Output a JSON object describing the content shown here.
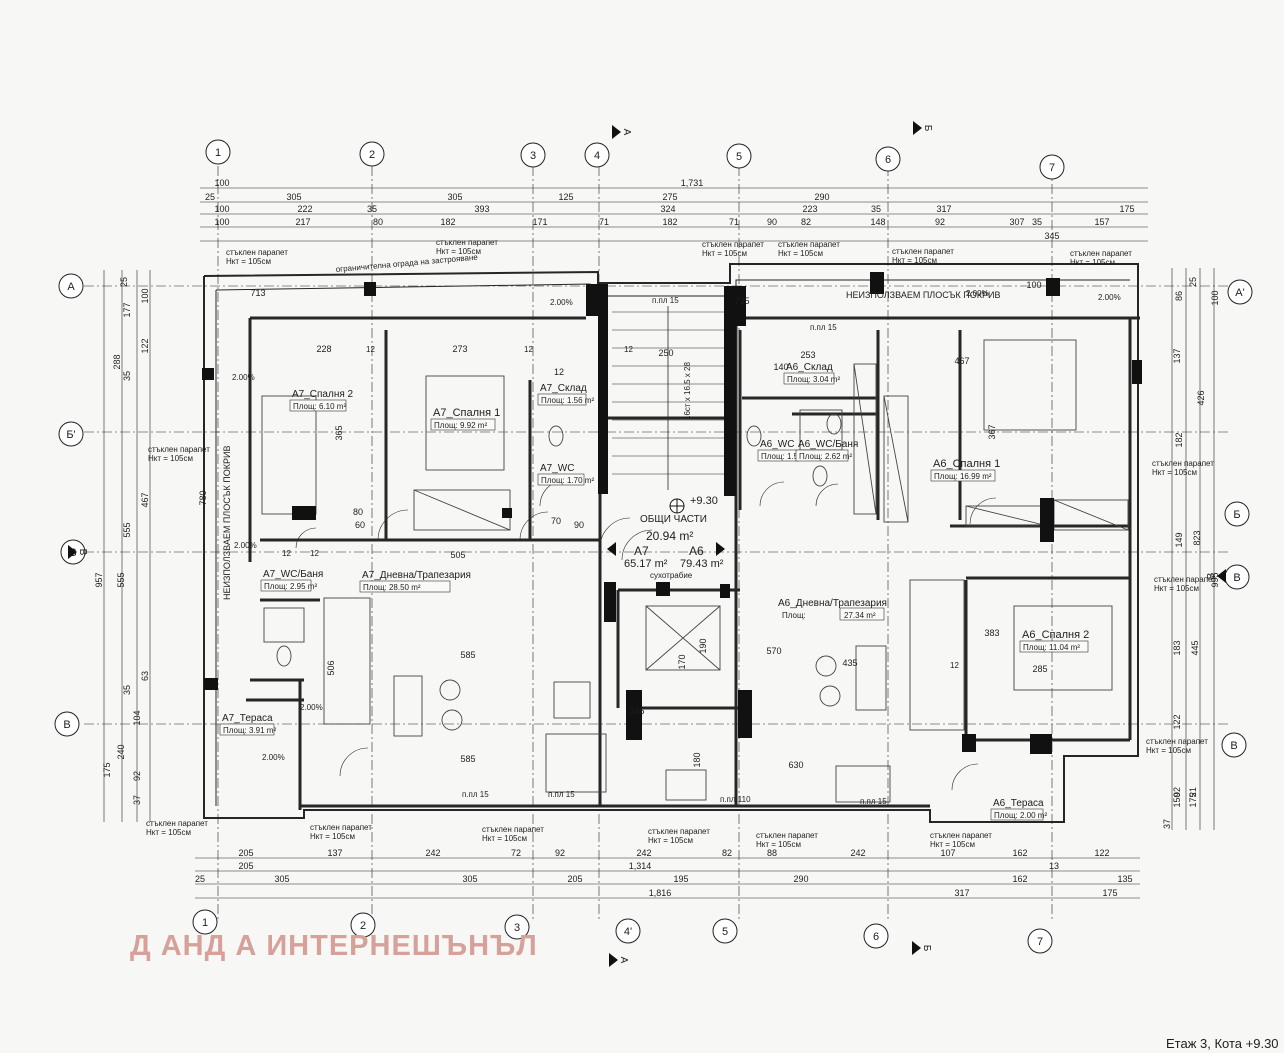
{
  "grid": {
    "columns_top": [
      "1",
      "2",
      "3",
      "4",
      "5",
      "6",
      "7"
    ],
    "columns_bottom": [
      "1",
      "2",
      "3",
      "4'",
      "5",
      "6",
      "7"
    ],
    "rows_left": [
      "А",
      "Б'",
      "В",
      "В"
    ],
    "rows_right": [
      "А'",
      "Б",
      "В",
      "В"
    ],
    "section_marks": [
      "А",
      "Б",
      "В"
    ]
  },
  "dimensions": {
    "top": [
      [
        "100",
        "1,731"
      ],
      [
        "25",
        "305",
        "305",
        "125",
        "275",
        "290"
      ],
      [
        "100",
        "222",
        "35",
        "393",
        "324",
        "223",
        "35",
        "317",
        "175"
      ],
      [
        "100",
        "217",
        "80",
        "182",
        "171",
        "71",
        "182",
        "71",
        "90",
        "82",
        "148",
        "92",
        "307",
        "35",
        "157"
      ],
      [
        "345"
      ]
    ],
    "bottom": [
      [
        "205",
        "137",
        "242",
        "72",
        "92",
        "242",
        "82",
        "88",
        "242",
        "107",
        "162",
        "122"
      ],
      [
        "205",
        "1,314",
        "13"
      ],
      [
        "25",
        "305",
        "305",
        "205",
        "195",
        "290",
        "162",
        "135"
      ],
      [
        "1,816",
        "317",
        "175"
      ]
    ],
    "left": [
      "25",
      "177",
      "100",
      "122",
      "288",
      "35",
      "467",
      "555",
      "957",
      "555",
      "35",
      "63",
      "104",
      "240",
      "175",
      "92",
      "37"
    ],
    "right": [
      "86",
      "25",
      "100",
      "137",
      "426",
      "182",
      "823",
      "149",
      "995",
      "445",
      "183",
      "122",
      "21",
      "92",
      "150",
      "175",
      "37"
    ],
    "interior": [
      "713",
      "735",
      "228",
      "273",
      "250",
      "253",
      "467",
      "505",
      "585",
      "585",
      "630",
      "435",
      "285",
      "383",
      "570",
      "345",
      "180",
      "506",
      "780",
      "365",
      "367",
      "170",
      "190",
      "60",
      "70",
      "80",
      "90",
      "12",
      "100",
      "140"
    ]
  },
  "notes": {
    "parapet_label": "стъклен парапет",
    "parapet_height": "Hкт = 105см",
    "unused_roof": "НЕИЗПОЛЗВАЕМ ПЛОСЪК ПОКРИВ",
    "unused_roof_right": "НЕИЗПОЛЗВАЕМ ПЛОСЪК ПОКРИВ",
    "limited_access": "ограничителна ограда на застрояване",
    "slope": "2.00%",
    "window_a": "п.пл 15",
    "window_b": "п.пл 110",
    "shaft": "сухотрабие",
    "stair": "16ст x 16.5 x 28",
    "wall_12": "12"
  },
  "rooms": {
    "a7_bed2": {
      "name": "А7_Спалня 2",
      "area": "Площ: 6.10 m²"
    },
    "a7_bed1": {
      "name": "А7_Спалня 1",
      "area": "Площ: 9.92 m²"
    },
    "a7_storage": {
      "name": "А7_Склад",
      "area": "Площ: 1.56 m²"
    },
    "a7_wc": {
      "name": "А7_WC",
      "area": "Площ: 1.70 m²"
    },
    "a7_bath": {
      "name": "А7_WC/Баня",
      "area": "Площ: 2.95 m²"
    },
    "a7_living": {
      "name": "А7_Дневна/Трапезария",
      "area": "Площ: 28.50 m²"
    },
    "a7_terrace": {
      "name": "А7_Тераса",
      "area": "Площ: 3.91 m²"
    },
    "a6_storage": {
      "name": "А6_Склад",
      "area": "Площ: 3.04 m²"
    },
    "a6_wc": {
      "name": "А6_WC",
      "area": "Площ: 1.59 m²"
    },
    "a6_bath": {
      "name": "А6_WC/Баня",
      "area": "Площ: 2.62 m²"
    },
    "a6_bed1": {
      "name": "А6_Спалня 1",
      "area": "Площ: 16.99 m²"
    },
    "a6_living": {
      "name": "А6_Дневна/Трапезария",
      "area_label": "Площ:",
      "area_value": "27.34 m²"
    },
    "a6_bed2": {
      "name": "А6_Спалня 2",
      "area": "Площ: 11.04 m²"
    },
    "a6_terrace": {
      "name": "А6_Тераса",
      "area": "Площ: 2.00 m²"
    }
  },
  "common": {
    "level": "+9.30",
    "label": "ОБЩИ ЧАСТИ",
    "area": "20.94 m²",
    "unit_left": "А7",
    "unit_right": "А6",
    "area_left": "65.17 m²",
    "area_right": "79.43 m²"
  },
  "watermark": "Д АНД А ИНТЕРНЕШЪНЪЛ",
  "footer": "Етаж 3, Кота +9.30"
}
